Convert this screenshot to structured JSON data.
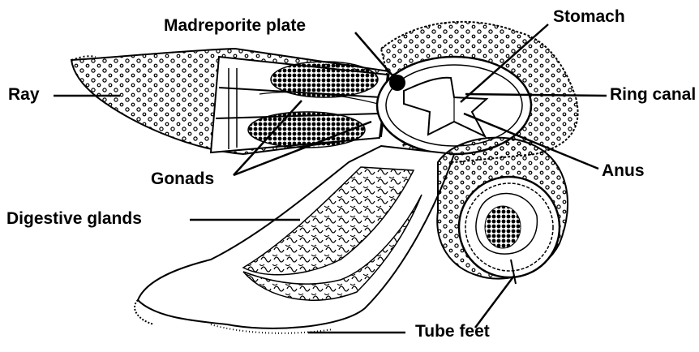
{
  "labels": {
    "madreporite": "Madreporite plate",
    "stomach": "Stomach",
    "ray": "Ray",
    "ring_canal": "Ring canal",
    "gonads": "Gonads",
    "anus": "Anus",
    "digestive_glands": "Digestive glands",
    "tube_feet": "Tube feet"
  },
  "colors": {
    "ink": "#000000",
    "paper": "#ffffff"
  }
}
